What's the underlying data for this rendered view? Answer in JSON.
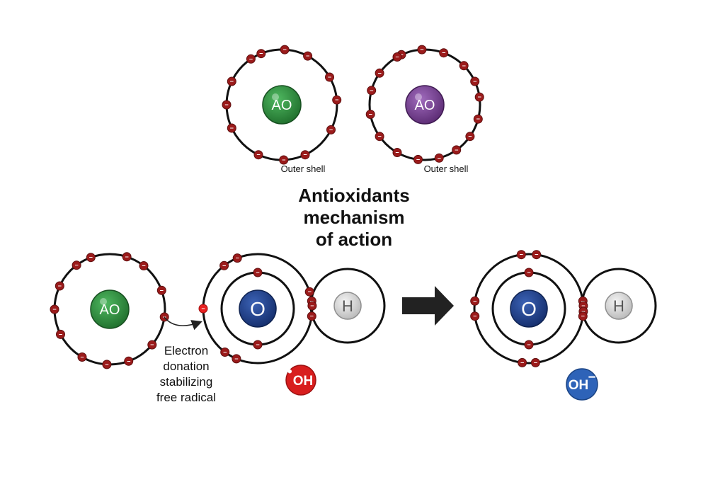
{
  "title_lines": [
    "Antioxidants",
    "mechanism",
    "of action"
  ],
  "atoms": {
    "ao_green_top": {
      "label": "AO",
      "shell_label": "Outer shell",
      "color": "#2e8b3e"
    },
    "ao_purple_top": {
      "label": "AO",
      "shell_label": "Outer shell",
      "color": "#7a3f95"
    },
    "ao_green_bottom": {
      "label": "AO",
      "color": "#2e8b3e"
    },
    "oxygen_left": {
      "label": "O",
      "color": "#1f3f8f"
    },
    "hydrogen_left": {
      "label": "H",
      "color": "#d4d4d4"
    },
    "oxygen_right": {
      "label": "O",
      "color": "#1f3f8f"
    },
    "hydrogen_right": {
      "label": "H",
      "color": "#d4d4d4"
    }
  },
  "caption_lines": [
    "Electron",
    "donation",
    "stabilizing",
    "free radical"
  ],
  "radical_badge": {
    "dot": "•",
    "text": "OH",
    "color": "#d81e1e"
  },
  "hydroxide_badge": {
    "text": "OH",
    "charge": "−",
    "color": "#2e63b8"
  },
  "electron_symbol": "−",
  "colors": {
    "electron": "#9b1b1b",
    "donated_electron": "#e82121",
    "arrow": "#222222"
  }
}
